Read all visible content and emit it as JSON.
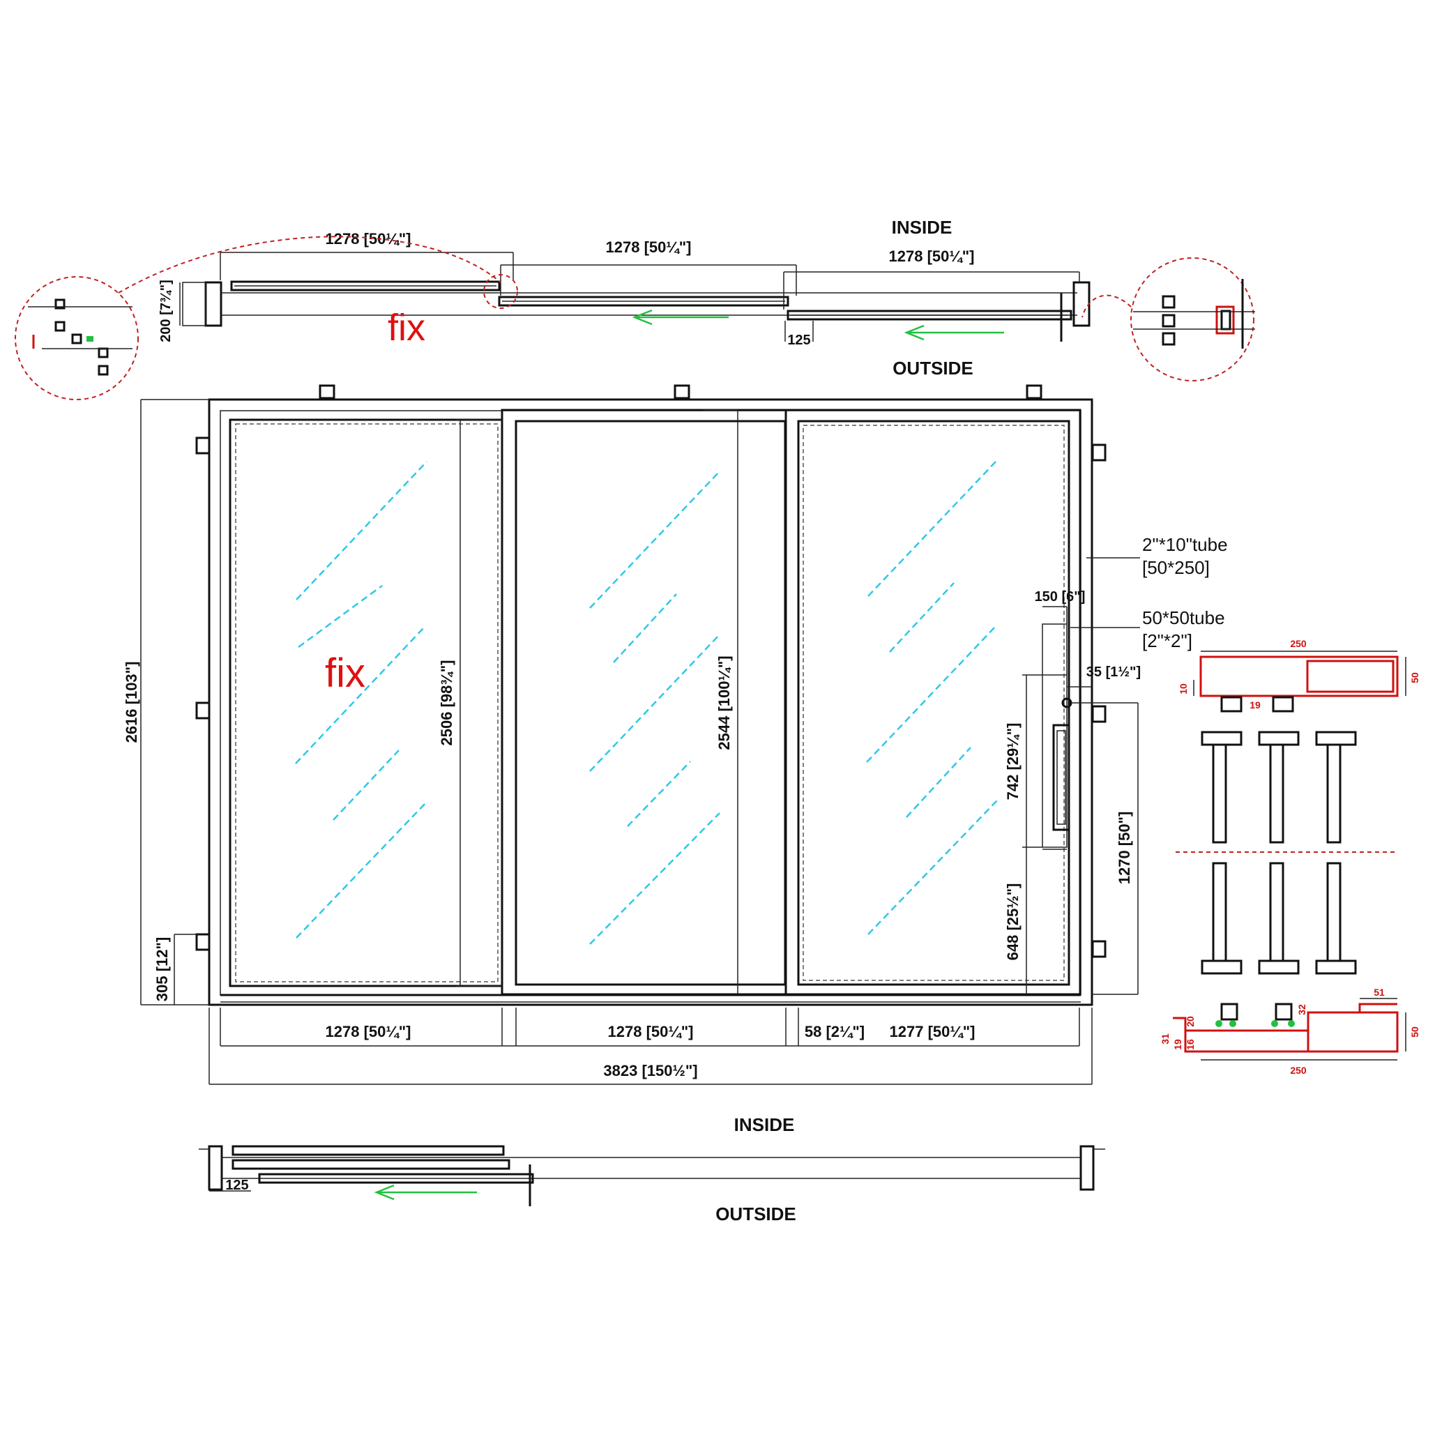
{
  "plan_top": {
    "inside_label": "INSIDE",
    "outside_label": "OUTSIDE",
    "fix_label": "fix",
    "dim_left_panel": "1278 [50¼\"]",
    "dim_mid_panel": "1278 [50¼\"]",
    "dim_right_panel": "1278 [50¼\"]",
    "dim_depth": "200 [7¾\"]",
    "dim_overlap": "125"
  },
  "elevation": {
    "fix_label": "fix",
    "dim_total_height": "2616 [103\"]",
    "dim_bottom_offset": "305 [12\"]",
    "dim_fixed_glass_height": "2506 [98¾\"]",
    "dim_sliding_height": "2544 [100¼\"]",
    "dim_handle_width": "150 [6\"]",
    "dim_handle_offset": "35 [1½\"]",
    "dim_handle_length": "742 [29¼\"]",
    "dim_handle_bottom": "648 [25½\"]",
    "dim_handle_height": "1270 [50\"]",
    "dim_panel_1": "1278 [50¼\"]",
    "dim_panel_2": "1278 [50¼\"]",
    "dim_gap": "58 [2¼\"]",
    "dim_panel_3": "1277 [50¼\"]",
    "dim_overall_width": "3823 [150½\"]",
    "tube_large_line1": "2\"*10\"tube",
    "tube_large_line2": "[50*250]",
    "tube_small_line1": "50*50tube",
    "tube_small_line2": "[2\"*2\"]"
  },
  "plan_bottom": {
    "inside_label": "INSIDE",
    "outside_label": "OUTSIDE",
    "dim_overlap": "125"
  },
  "section": {
    "top_width": "250",
    "top_height": "50",
    "top_left_10": "10",
    "top_inner_19": "19",
    "bottom_width": "250",
    "bottom_height": "50",
    "bottom_51": "51",
    "bottom_20": "20",
    "bottom_32": "32",
    "bottom_31": "31",
    "bottom_19": "19",
    "bottom_16": "16"
  },
  "colors": {
    "fix_red": "#e01010",
    "glass_cyan": "#2ec8e8",
    "arrow_green": "#22c040",
    "detail_red": "#d01010"
  }
}
